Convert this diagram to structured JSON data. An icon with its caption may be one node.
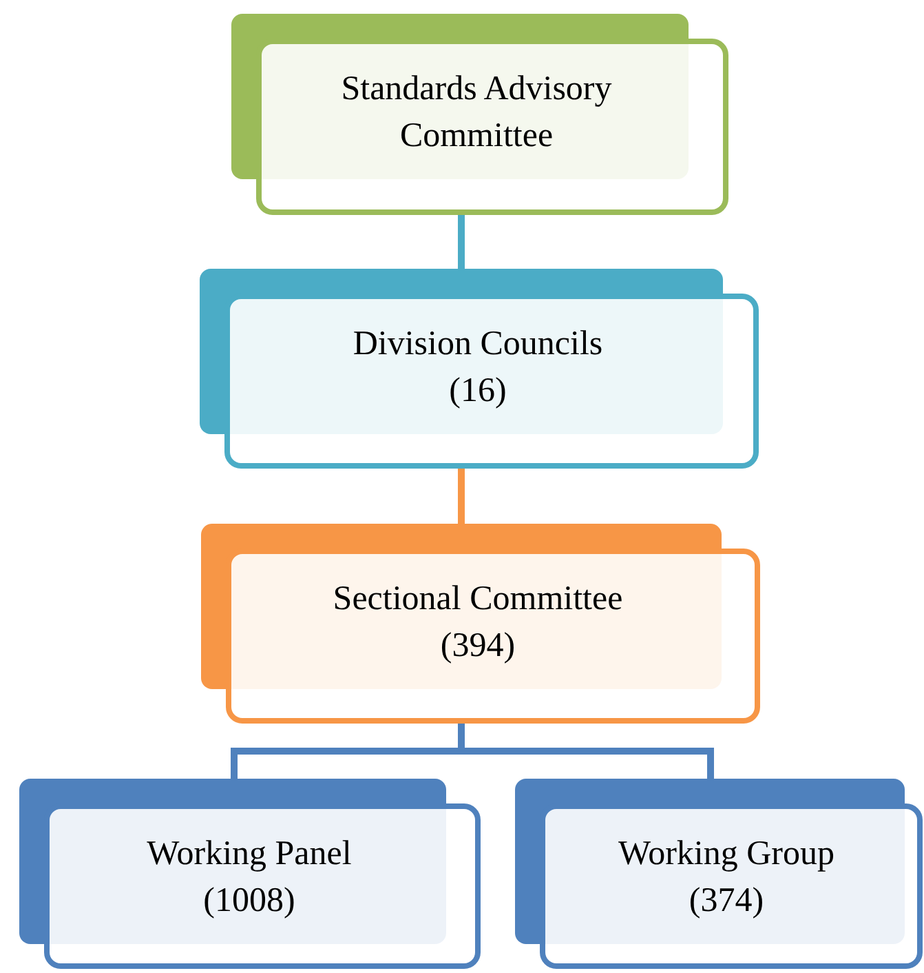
{
  "diagram": {
    "nodes": [
      {
        "text": [
          "Standards Advisory Committee"
        ]
      },
      {
        "text": [
          "Division Councils",
          "(16)"
        ]
      },
      {
        "text": [
          "Sectional Committee",
          "(394)"
        ]
      },
      {
        "text": [
          "Working Panel",
          "(1008)"
        ]
      },
      {
        "text": [
          "Working Group",
          "(374)"
        ]
      }
    ],
    "edges": [
      {
        "from": 0,
        "to": 1,
        "arrow": "none",
        "color": "#4bacc6"
      },
      {
        "from": 1,
        "to": 2,
        "arrow": "none",
        "color": "#f79646"
      },
      {
        "from": 2,
        "to": 3,
        "arrow": "none",
        "color": "#4f81bd"
      },
      {
        "from": 2,
        "to": 4,
        "arrow": "none",
        "color": "#4f81bd"
      }
    ]
  }
}
